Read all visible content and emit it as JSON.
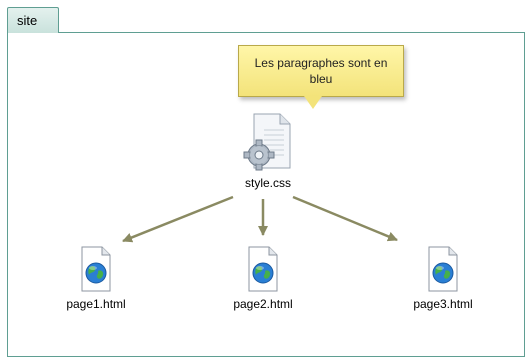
{
  "container": {
    "title": "site"
  },
  "note": {
    "text": "Les paragraphes sont en bleu"
  },
  "nodes": {
    "stylesheet": {
      "label": "style.css",
      "icon": "css-config-file-icon"
    },
    "page1": {
      "label": "page1.html",
      "icon": "html-globe-file-icon"
    },
    "page2": {
      "label": "page2.html",
      "icon": "html-globe-file-icon"
    },
    "page3": {
      "label": "page3.html",
      "icon": "html-globe-file-icon"
    }
  },
  "edges": [
    {
      "from": "style.css",
      "to": "page1.html"
    },
    {
      "from": "style.css",
      "to": "page2.html"
    },
    {
      "from": "style.css",
      "to": "page3.html"
    }
  ],
  "colors": {
    "frame": "#5f9e92",
    "arrow": "#8a8a62",
    "note_fill": "#f7ea8a"
  }
}
